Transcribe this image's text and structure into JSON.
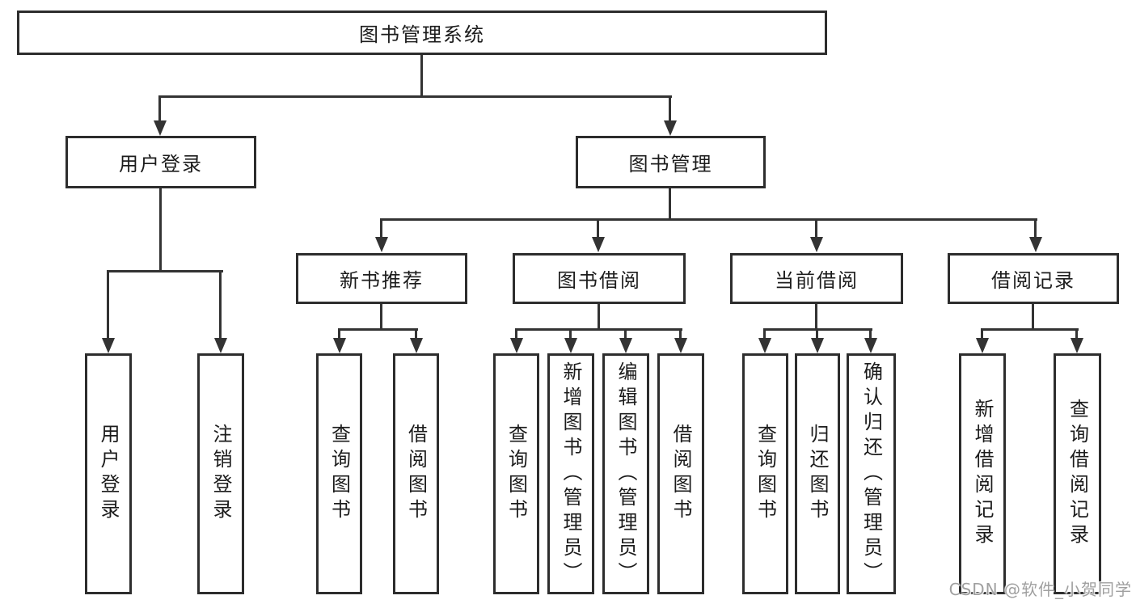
{
  "nodes": {
    "root": "图书管理系统",
    "user_login": "用户登录",
    "book_mgmt": "图书管理",
    "new_books": "新书推荐",
    "book_borrow": "图书借阅",
    "current_borrow": "当前借阅",
    "borrow_records": "借阅记录",
    "leaf_user_login": "用户登录",
    "leaf_logout": "注销登录",
    "nb_query_books": "查询图书",
    "nb_borrow_books": "借阅图书",
    "bb_query_books": "查询图书",
    "bb_add_books": "新增图书（管理员）",
    "bb_edit_books": "编辑图书（管理员）",
    "bb_borrow_books": "借阅图书",
    "cb_query_books": "查询图书",
    "cb_return_books": "归还图书",
    "cb_confirm_return": "确认归还（管理员）",
    "br_add_record": "新增借阅记录",
    "br_query_record": "查询借阅记录"
  },
  "watermark": "CSDN @软件_小贺同学",
  "colors": {
    "line": "#333333",
    "border": "#2d2d2d",
    "text": "#1c1c1c",
    "background": "#ffffff",
    "watermark": "#a0a0a0"
  }
}
